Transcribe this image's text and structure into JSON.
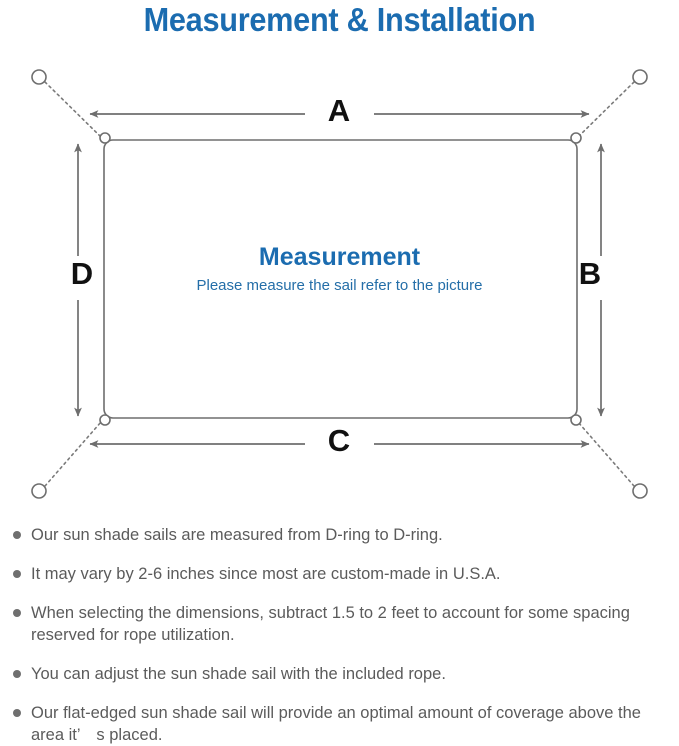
{
  "page": {
    "title": "Measurement & Installation",
    "title_color": "#1b6cb0",
    "background": "#ffffff"
  },
  "diagram": {
    "name": "sun-shade-sail-measurement-diagram",
    "center_heading": "Measurement",
    "center_subtext": "Please measure the sail refer to the picture",
    "center_heading_color": "#1b6cb0",
    "center_subtext_color": "#246ea8",
    "line_color": "#6e6e6e",
    "dimension_labels": {
      "top": "A",
      "right": "B",
      "bottom": "C",
      "left": "D"
    },
    "label_color": "#111111",
    "parts": {
      "sail_rectangle": "rounded-rectangle-sail",
      "d_ring": "d-ring-circle",
      "anchor_point": "anchor-point-circle",
      "rope": "dotted-rope-line",
      "dimension_arrow": "double-headed-arrow"
    }
  },
  "notes": [
    "Our sun shade sails are measured from D-ring to D-ring.",
    "It may vary by 2-6 inches since most are custom-made in U.S.A.",
    "When selecting the dimensions, subtract 1.5 to 2 feet to account for some spacing reserved for rope utilization.",
    "You can adjust the sun shade sail with the included rope.",
    "Our flat-edged sun shade sail will provide an optimal amount of coverage above the area it’　s placed."
  ],
  "notes_color": "#5b5b5b",
  "bullet_color": "#6f6f6f"
}
